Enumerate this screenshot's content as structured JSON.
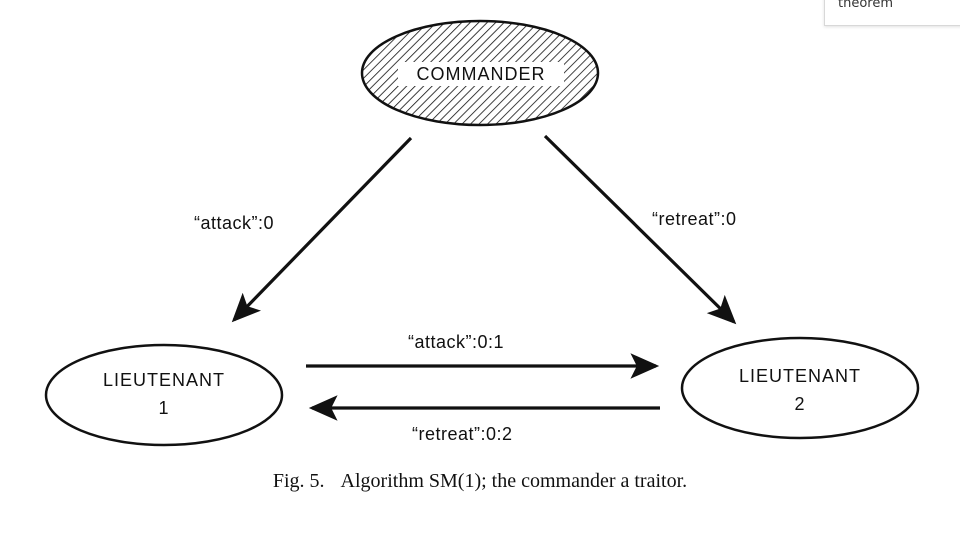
{
  "diagram": {
    "nodes": {
      "commander": {
        "label": "COMMANDER"
      },
      "lieutenant1": {
        "line1": "LIEUTENANT",
        "line2": "1"
      },
      "lieutenant2": {
        "line1": "LIEUTENANT",
        "line2": "2"
      }
    },
    "edges": {
      "commander_to_l1": "“attack”:0",
      "commander_to_l2": "“retreat”:0",
      "l1_to_l2": "“attack”:0:1",
      "l2_to_l1": "“retreat”:0:2"
    }
  },
  "caption": {
    "fig_number": "Fig. 5.",
    "text": "Algorithm SM(1); the commander a traitor."
  },
  "tooltip": {
    "text": "theorem"
  }
}
